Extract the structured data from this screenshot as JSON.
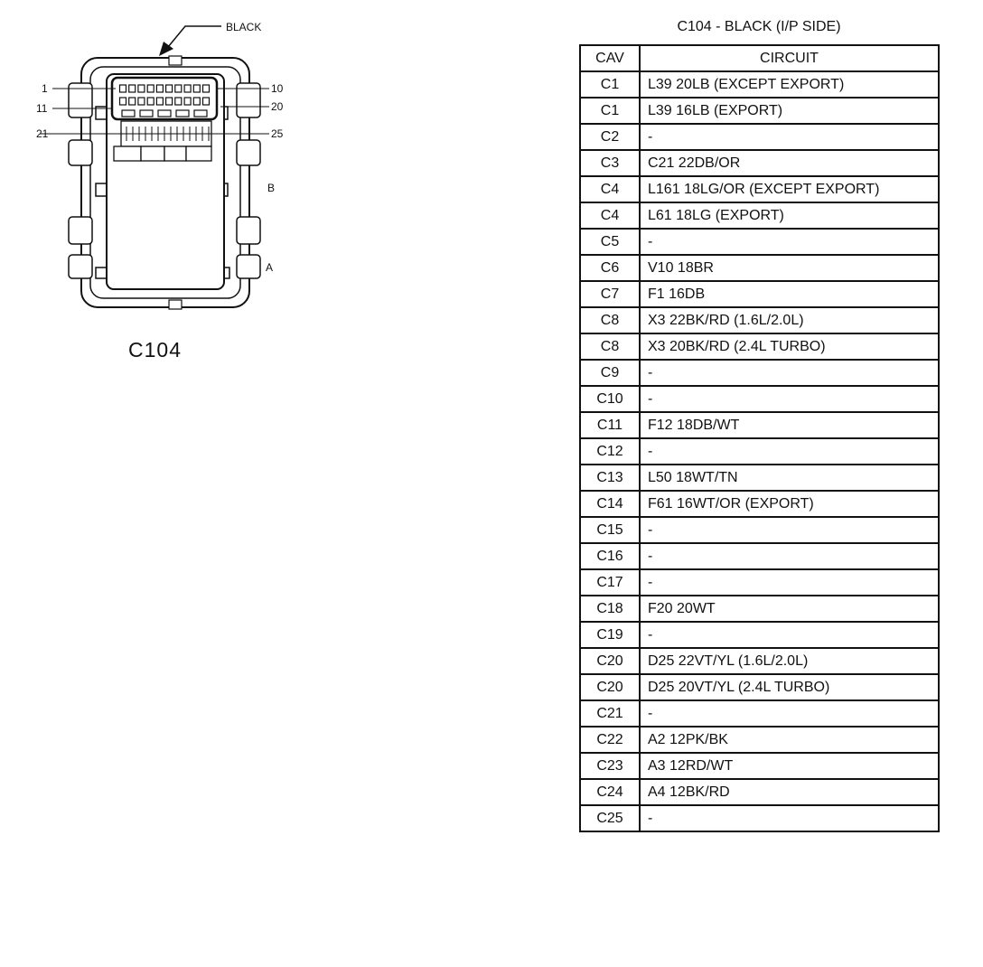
{
  "diagram": {
    "wire_color_label": "BLACK",
    "connector_label": "C104",
    "pin_labels": {
      "top_left": "1",
      "top_right": "10",
      "mid_left": "11",
      "mid_right": "20",
      "low_left": "21",
      "low_right": "25",
      "side_b": "B",
      "side_a": "A"
    }
  },
  "table": {
    "title": "C104 - BLACK (I/P SIDE)",
    "headers": {
      "cav": "CAV",
      "circuit": "CIRCUIT"
    },
    "rows": [
      {
        "cav": "C1",
        "circuit": "L39 20LB (EXCEPT EXPORT)"
      },
      {
        "cav": "C1",
        "circuit": "L39 16LB (EXPORT)"
      },
      {
        "cav": "C2",
        "circuit": "-"
      },
      {
        "cav": "C3",
        "circuit": "C21 22DB/OR"
      },
      {
        "cav": "C4",
        "circuit": "L161 18LG/OR (EXCEPT EXPORT)"
      },
      {
        "cav": "C4",
        "circuit": "L61 18LG (EXPORT)"
      },
      {
        "cav": "C5",
        "circuit": "-"
      },
      {
        "cav": "C6",
        "circuit": "V10 18BR"
      },
      {
        "cav": "C7",
        "circuit": "F1 16DB"
      },
      {
        "cav": "C8",
        "circuit": "X3 22BK/RD (1.6L/2.0L)"
      },
      {
        "cav": "C8",
        "circuit": "X3 20BK/RD (2.4L TURBO)"
      },
      {
        "cav": "C9",
        "circuit": "-"
      },
      {
        "cav": "C10",
        "circuit": "-"
      },
      {
        "cav": "C11",
        "circuit": "F12 18DB/WT"
      },
      {
        "cav": "C12",
        "circuit": "-"
      },
      {
        "cav": "C13",
        "circuit": "L50 18WT/TN"
      },
      {
        "cav": "C14",
        "circuit": "F61 16WT/OR (EXPORT)"
      },
      {
        "cav": "C15",
        "circuit": "-"
      },
      {
        "cav": "C16",
        "circuit": "-"
      },
      {
        "cav": "C17",
        "circuit": "-"
      },
      {
        "cav": "C18",
        "circuit": "F20 20WT"
      },
      {
        "cav": "C19",
        "circuit": "-"
      },
      {
        "cav": "C20",
        "circuit": "D25 22VT/YL (1.6L/2.0L)"
      },
      {
        "cav": "C20",
        "circuit": "D25 20VT/YL (2.4L TURBO)"
      },
      {
        "cav": "C21",
        "circuit": "-"
      },
      {
        "cav": "C22",
        "circuit": "A2 12PK/BK"
      },
      {
        "cav": "C23",
        "circuit": "A3 12RD/WT"
      },
      {
        "cav": "C24",
        "circuit": "A4 12BK/RD"
      },
      {
        "cav": "C25",
        "circuit": "-"
      }
    ]
  }
}
